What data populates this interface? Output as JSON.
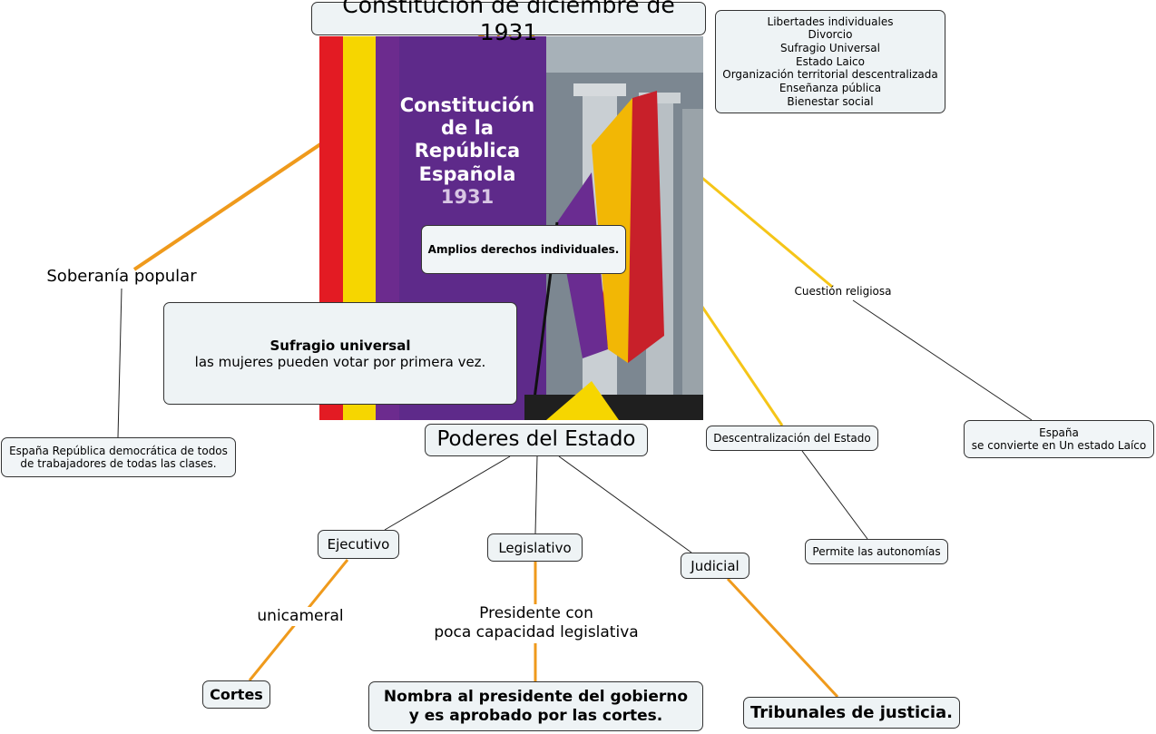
{
  "title": "Constitución de diciembre de 1931",
  "picture": {
    "cover_title": "Constitución de la República Española",
    "cover_year": "1931"
  },
  "features_box": [
    "Libertades individuales",
    "Divorcio",
    "Sufragio Universal",
    "Estado Laico",
    "Organización territorial descentralizada",
    "Enseñanza pública",
    "Bienestar social"
  ],
  "derechos": "Amplios derechos individuales.",
  "soberania": {
    "label": "Soberanía popular",
    "child": "España República democrática de todos\nde trabajadores de todas las clases."
  },
  "sufragio": {
    "title": "Sufragio universal",
    "text": "las mujeres pueden votar por primera vez."
  },
  "religiosa": {
    "label": "Cuestión religiosa",
    "child": "España\nse convierte en Un estado Laíco"
  },
  "descentralizacion": {
    "label": "Descentralización del Estado",
    "child": "Permite las autonomías"
  },
  "poderes": {
    "label": "Poderes del Estado",
    "ejecutivo": "Ejecutivo",
    "legislativo": "Legislativo",
    "judicial": "Judicial",
    "unicameral": "unicameral",
    "cortes": "Cortes",
    "presidente_label": "Presidente con\npoca capacidad legislativa",
    "nombra": "Nombra al presidente del gobierno\ny es aprobado por las cortes.",
    "tribunales": "Tribunales de justicia."
  },
  "colors": {
    "orange_link": "#ef9a1c",
    "yellow_link": "#f5c518",
    "thin_link": "#222222",
    "node_fill": "#eef3f5"
  }
}
